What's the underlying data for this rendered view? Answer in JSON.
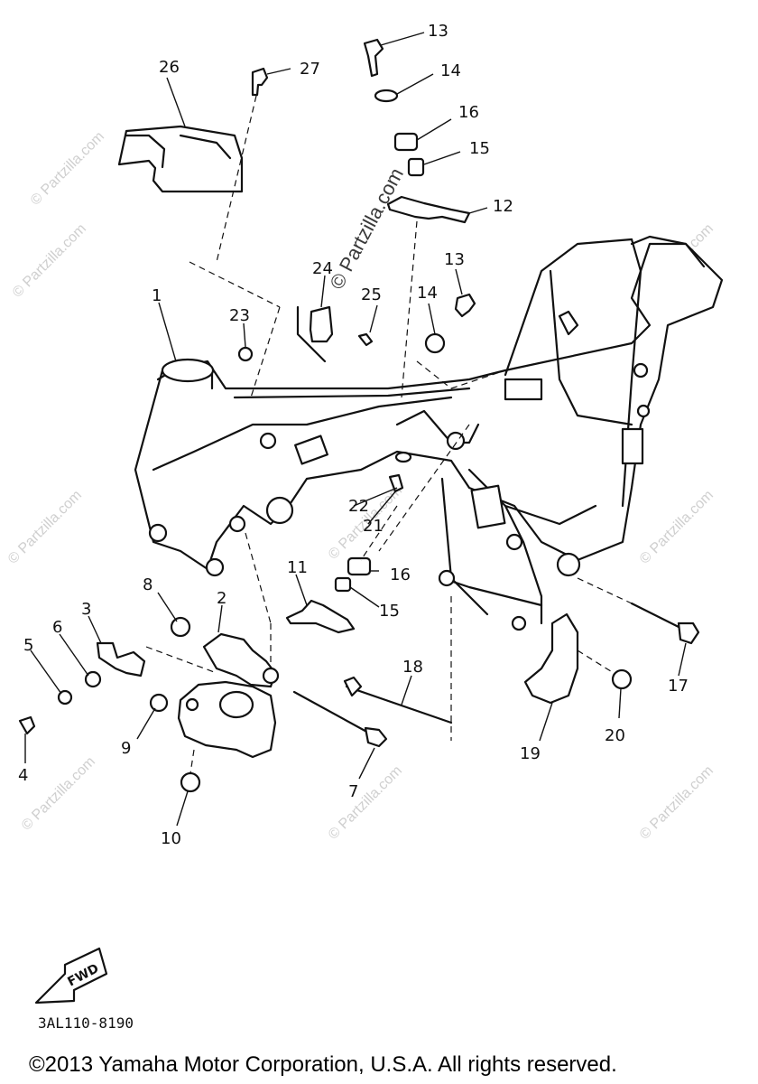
{
  "diagram": {
    "parts": [
      {
        "id": "1",
        "label": "1"
      },
      {
        "id": "2",
        "label": "2"
      },
      {
        "id": "3",
        "label": "3"
      },
      {
        "id": "4",
        "label": "4"
      },
      {
        "id": "5",
        "label": "5"
      },
      {
        "id": "6",
        "label": "6"
      },
      {
        "id": "7",
        "label": "7"
      },
      {
        "id": "8",
        "label": "8"
      },
      {
        "id": "9",
        "label": "9"
      },
      {
        "id": "10",
        "label": "10"
      },
      {
        "id": "11",
        "label": "11"
      },
      {
        "id": "12",
        "label": "12"
      },
      {
        "id": "13a",
        "label": "13"
      },
      {
        "id": "13b",
        "label": "13"
      },
      {
        "id": "14a",
        "label": "14"
      },
      {
        "id": "14b",
        "label": "14"
      },
      {
        "id": "15a",
        "label": "15"
      },
      {
        "id": "15b",
        "label": "15"
      },
      {
        "id": "16a",
        "label": "16"
      },
      {
        "id": "16b",
        "label": "16"
      },
      {
        "id": "17",
        "label": "17"
      },
      {
        "id": "18",
        "label": "18"
      },
      {
        "id": "19",
        "label": "19"
      },
      {
        "id": "20",
        "label": "20"
      },
      {
        "id": "21",
        "label": "21"
      },
      {
        "id": "22",
        "label": "22"
      },
      {
        "id": "23",
        "label": "23"
      },
      {
        "id": "24",
        "label": "24"
      },
      {
        "id": "25",
        "label": "25"
      },
      {
        "id": "26",
        "label": "26"
      },
      {
        "id": "27",
        "label": "27"
      }
    ],
    "fwd_label": "FWD",
    "drawing_code": "3AL110-8190",
    "watermark_center": "© Partzilla.com",
    "watermark": "© Partzilla.com"
  },
  "footer": {
    "copyright": "©2013  Yamaha Motor Corporation, U.S.A. All rights reserved."
  }
}
